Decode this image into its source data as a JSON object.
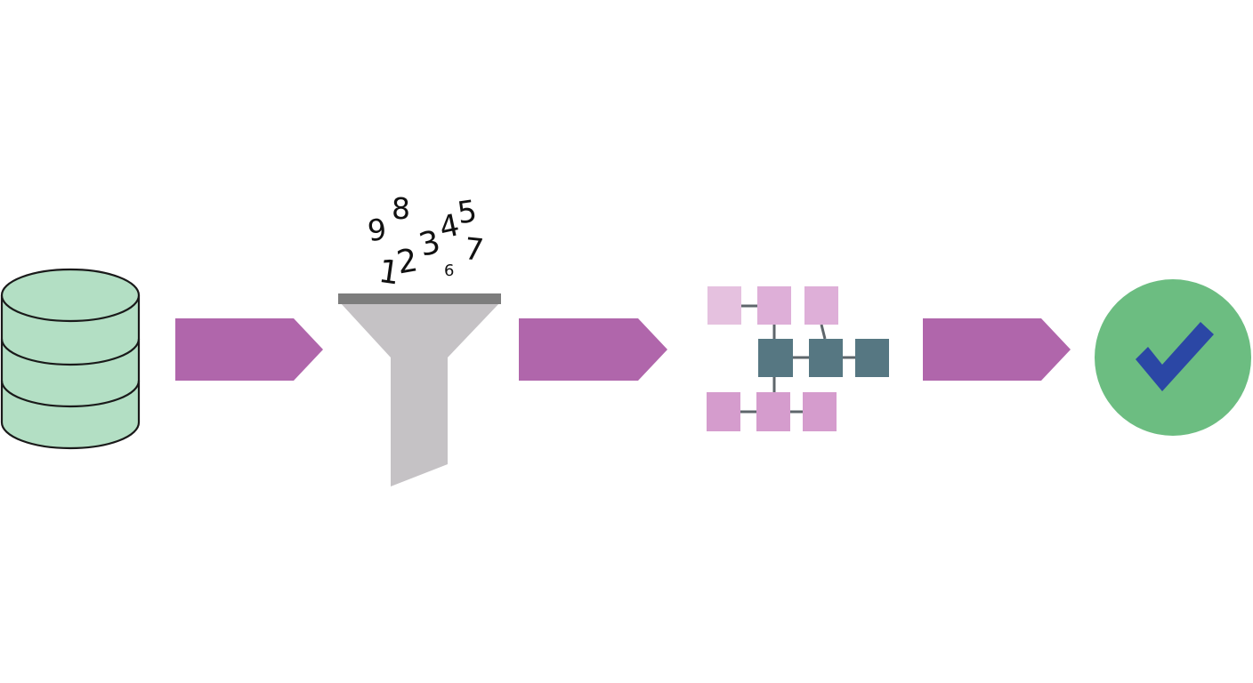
{
  "diagram": {
    "type": "pipeline",
    "stages": [
      {
        "icon": "database-icon"
      },
      {
        "icon": "funnel-icon"
      },
      {
        "icon": "network-graph-icon"
      },
      {
        "icon": "checkmark-icon"
      }
    ],
    "connectors": 3,
    "funnel_digits": [
      "9",
      "8",
      "1",
      "2",
      "3",
      "4",
      "5",
      "6",
      "7"
    ],
    "colors": {
      "database_fill": "#b3dfc4",
      "database_stroke": "#1a1a1a",
      "arrow": "#b066ab",
      "funnel_body": "#c5c2c5",
      "funnel_rim": "#7d7d7d",
      "node_light": "#e5c1df",
      "node_medium": "#d59ccd",
      "node_dark": "#567782",
      "graph_edge": "#5e666b",
      "check_circle": "#6cbd81",
      "check_mark": "#2b47a5",
      "digit_text": "#111111"
    }
  }
}
